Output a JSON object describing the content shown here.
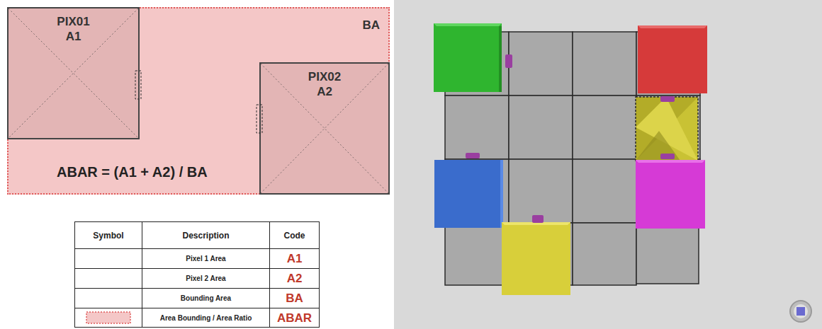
{
  "diagram": {
    "nodes": [
      {
        "text": [
          "BA",
          "ABAR = (A1 + A2) / BA"
        ]
      },
      {
        "text": [
          "PIX01",
          "A1"
        ],
        "in": 0
      },
      {
        "text": [
          "PIX02",
          "A2"
        ],
        "in": 0
      }
    ],
    "labels": [
      "Symbol",
      "Description",
      "Code",
      "Pixel 1 Area",
      "A1",
      "Pixel 2 Area",
      "A2",
      "Bounding Area",
      "BA",
      "Area Bounding / Area Ratio",
      "ABAR"
    ]
  }
}
